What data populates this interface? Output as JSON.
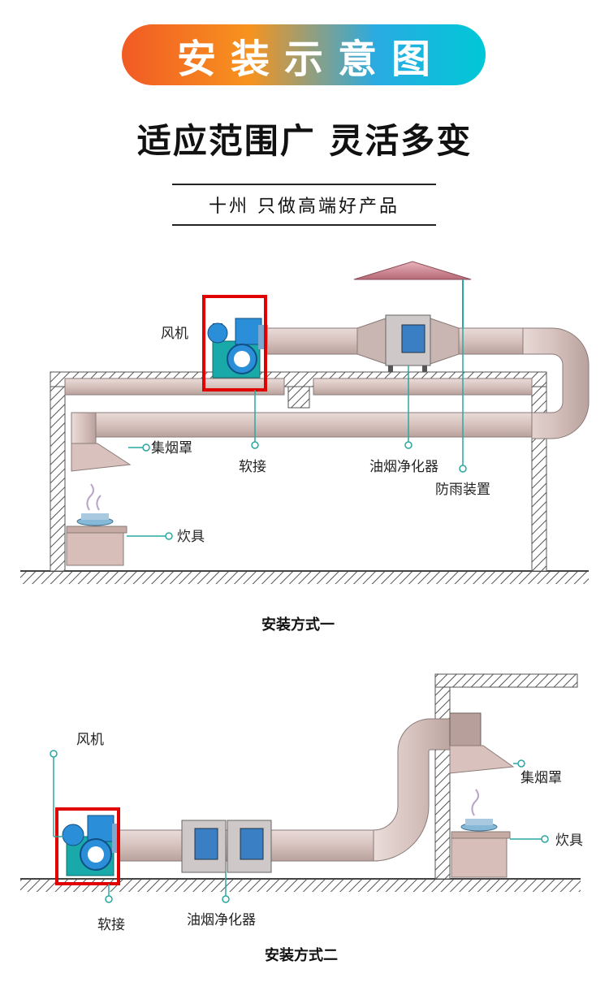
{
  "banner": {
    "title": "安装示意图"
  },
  "headline": "适应范围广 灵活多变",
  "tagline": "十州 只做高端好产品",
  "diagram1": {
    "caption": "安装方式一",
    "labels": {
      "fan": "风机",
      "hood": "集烟罩",
      "flex": "软接",
      "purifier": "油烟净化器",
      "rain": "防雨装置",
      "stove": "炊具"
    }
  },
  "diagram2": {
    "caption": "安装方式二",
    "labels": {
      "fan": "风机",
      "hood": "集烟罩",
      "stove": "炊具",
      "flex": "软接",
      "purifier": "油烟净化器"
    }
  },
  "colors": {
    "duct": "#d8c3bf",
    "ductEdge": "#8a7a78",
    "highlight": "#e00000",
    "fanBlue": "#2b8ed8",
    "fanTeal": "#1aa9a9",
    "roof": "#c97f8a"
  }
}
